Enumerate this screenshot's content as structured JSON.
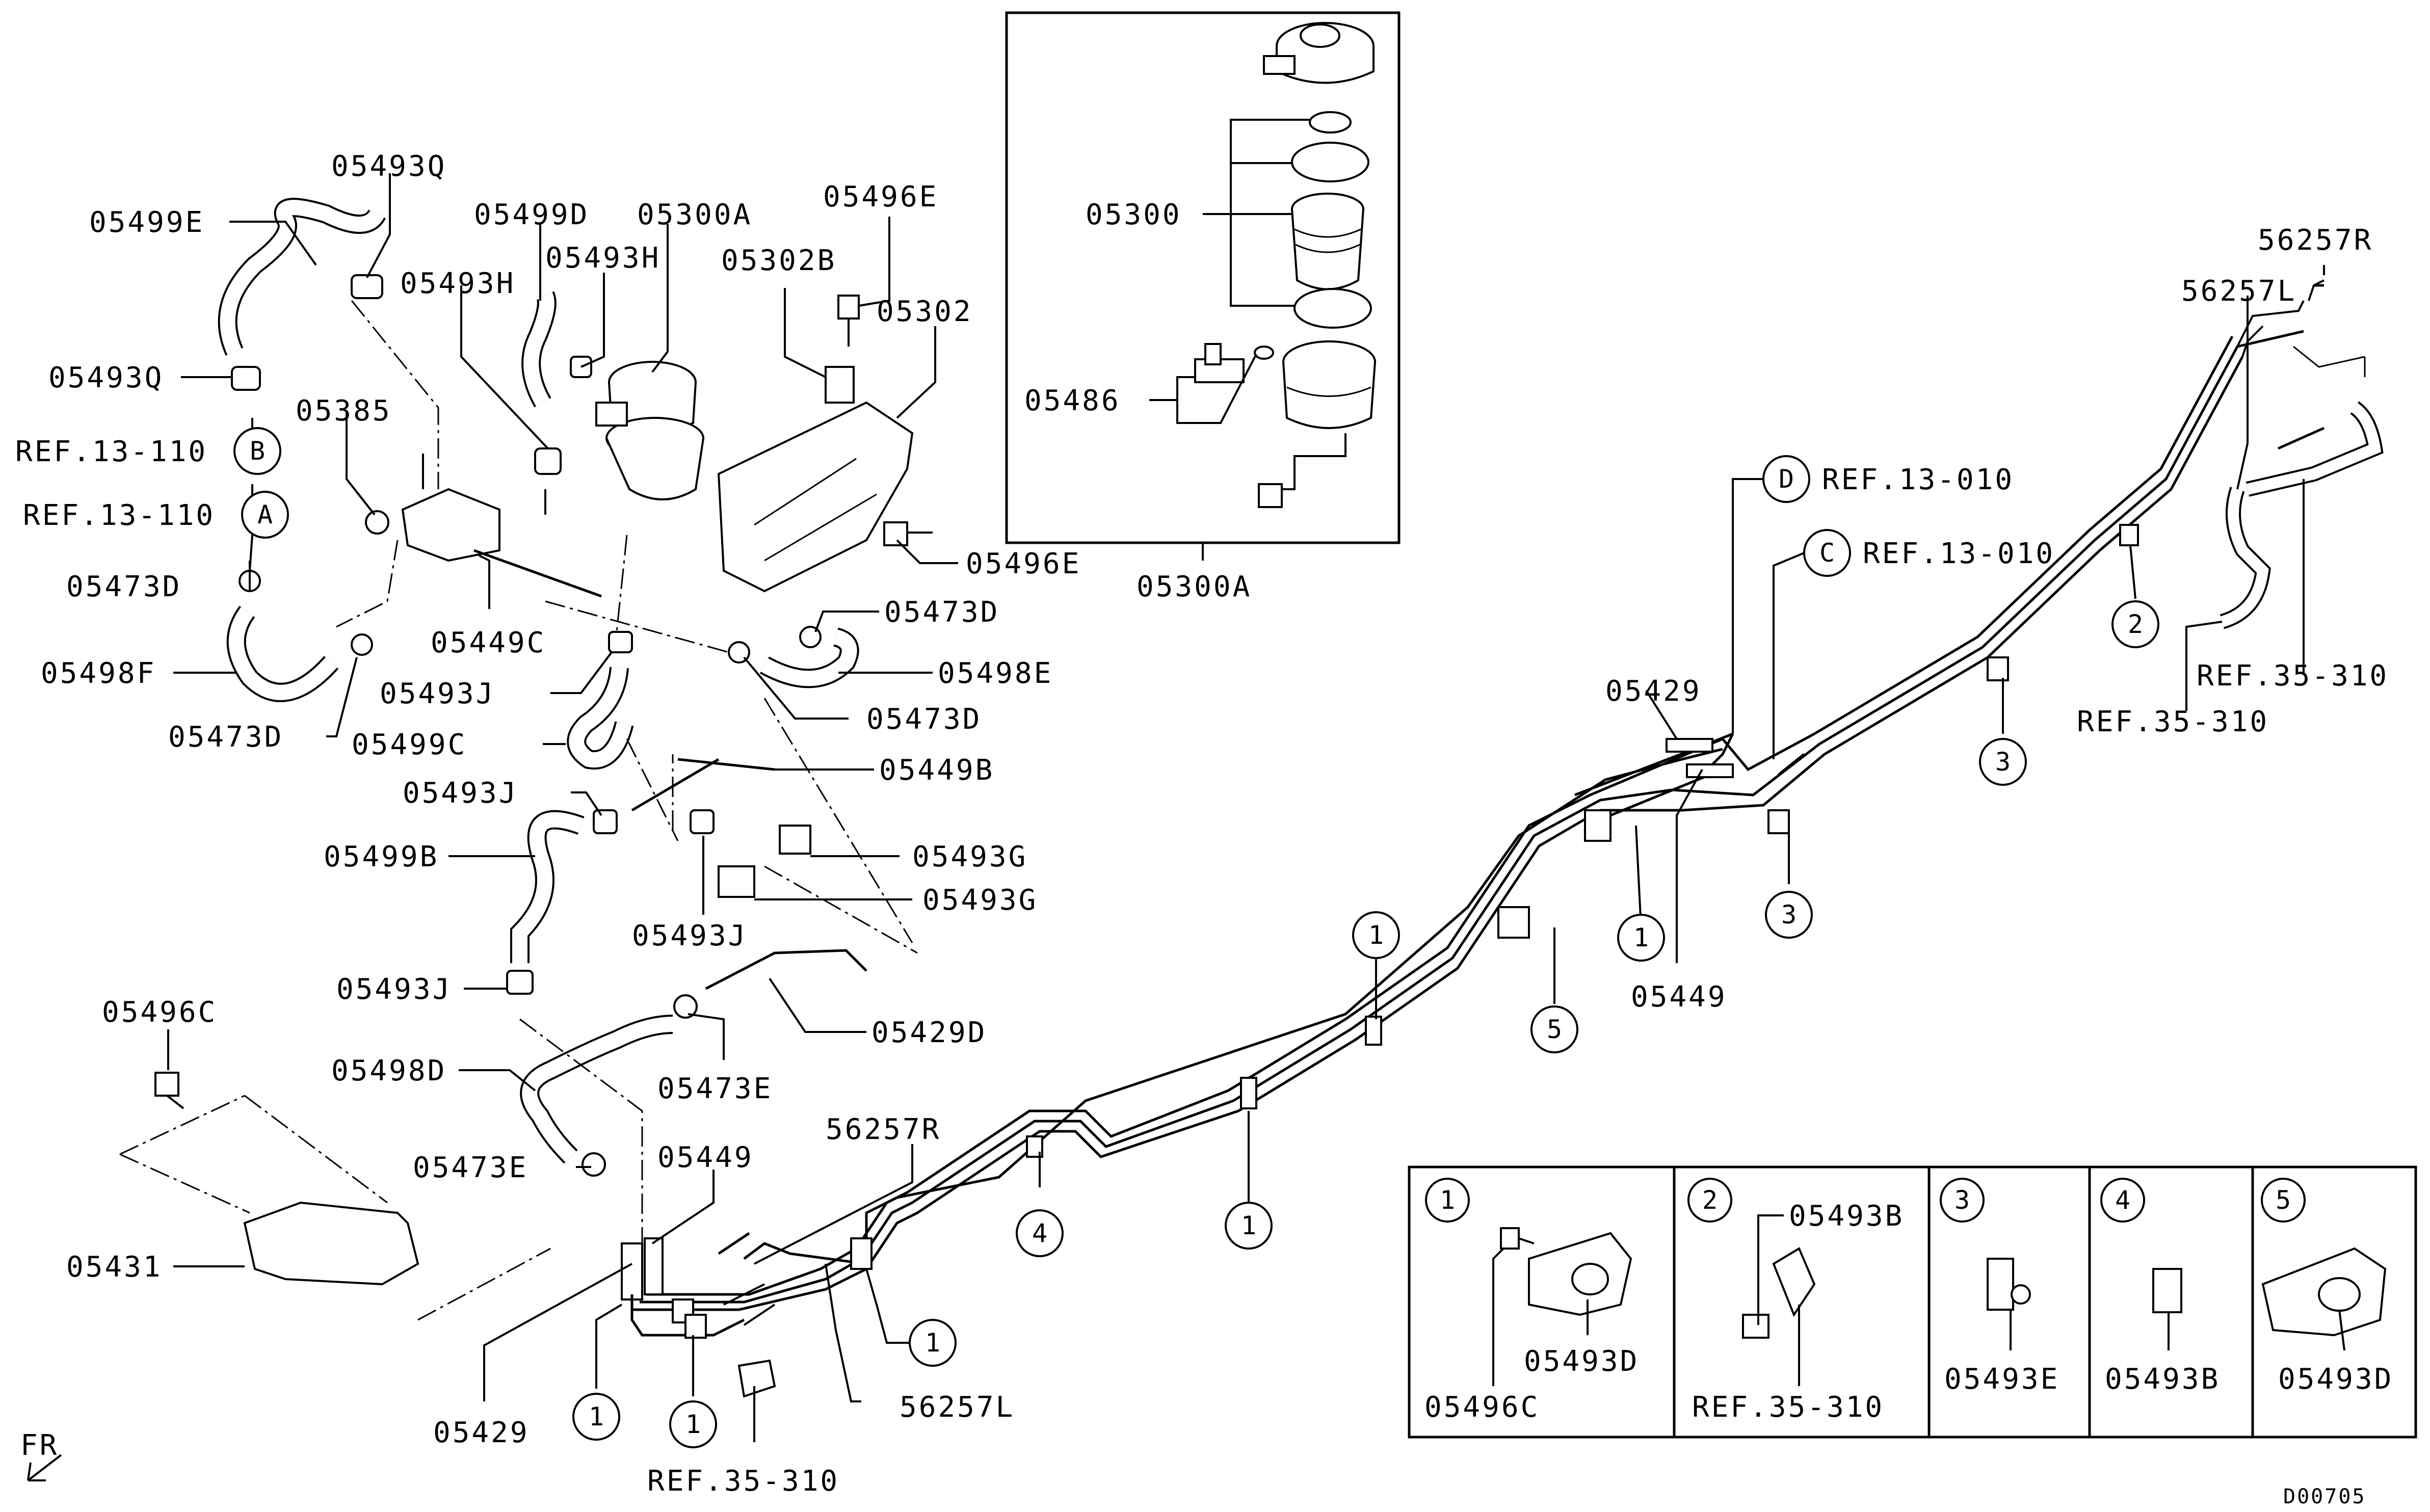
{
  "drawing_code": "D00705",
  "direction_label": "FR",
  "part_labels": [
    {
      "id": "l01",
      "text": "05499E"
    },
    {
      "id": "l02",
      "text": "05493Q"
    },
    {
      "id": "l03",
      "text": "05499D"
    },
    {
      "id": "l04",
      "text": "05300A"
    },
    {
      "id": "l05",
      "text": "05496E"
    },
    {
      "id": "l06",
      "text": "05493H"
    },
    {
      "id": "l07",
      "text": "05493H"
    },
    {
      "id": "l08",
      "text": "05302B"
    },
    {
      "id": "l09",
      "text": "05302"
    },
    {
      "id": "l10",
      "text": "05493Q"
    },
    {
      "id": "l11",
      "text": "05385"
    },
    {
      "id": "l12",
      "text": "05473D"
    },
    {
      "id": "l13",
      "text": "05496E"
    },
    {
      "id": "l14",
      "text": "05449C"
    },
    {
      "id": "l15",
      "text": "05473D"
    },
    {
      "id": "l16",
      "text": "05498F"
    },
    {
      "id": "l17",
      "text": "05493J"
    },
    {
      "id": "l18",
      "text": "05498E"
    },
    {
      "id": "l19",
      "text": "05473D"
    },
    {
      "id": "l20",
      "text": "05473D"
    },
    {
      "id": "l21",
      "text": "05499C"
    },
    {
      "id": "l22",
      "text": "05449B"
    },
    {
      "id": "l23",
      "text": "05493J"
    },
    {
      "id": "l24",
      "text": "05493G"
    },
    {
      "id": "l25",
      "text": "05499B"
    },
    {
      "id": "l26",
      "text": "05493G"
    },
    {
      "id": "l27",
      "text": "05493J"
    },
    {
      "id": "l28",
      "text": "05493J"
    },
    {
      "id": "l29",
      "text": "05429D"
    },
    {
      "id": "l30",
      "text": "05496C"
    },
    {
      "id": "l31",
      "text": "05498D"
    },
    {
      "id": "l32",
      "text": "05473E"
    },
    {
      "id": "l33",
      "text": "56257R"
    },
    {
      "id": "l34",
      "text": "05473E"
    },
    {
      "id": "l35",
      "text": "05449"
    },
    {
      "id": "l36",
      "text": "05431"
    },
    {
      "id": "l37",
      "text": "05429"
    },
    {
      "id": "l38",
      "text": "56257L"
    },
    {
      "id": "l39",
      "text": "05429"
    },
    {
      "id": "l40",
      "text": "05449"
    },
    {
      "id": "l41",
      "text": "56257R"
    },
    {
      "id": "l42",
      "text": "56257L"
    },
    {
      "id": "l43",
      "text": "05300"
    },
    {
      "id": "l44",
      "text": "05486"
    },
    {
      "id": "l45",
      "text": "05300A"
    }
  ],
  "references": [
    {
      "id": "r01",
      "text": "REF.13-110"
    },
    {
      "id": "r02",
      "text": "REF.13-110"
    },
    {
      "id": "r03",
      "text": "REF.13-010"
    },
    {
      "id": "r04",
      "text": "REF.13-010"
    },
    {
      "id": "r05",
      "text": "REF.35-310"
    },
    {
      "id": "r06",
      "text": "REF.35-310"
    },
    {
      "id": "r07",
      "text": "REF.35-310"
    }
  ],
  "connector_markers": [
    {
      "id": "c01",
      "text": "B"
    },
    {
      "id": "c02",
      "text": "A"
    },
    {
      "id": "c03",
      "text": "D"
    },
    {
      "id": "c04",
      "text": "C"
    }
  ],
  "callouts": [
    {
      "id": "n01",
      "text": "1"
    },
    {
      "id": "n02",
      "text": "1"
    },
    {
      "id": "n03",
      "text": "1"
    },
    {
      "id": "n04",
      "text": "1"
    },
    {
      "id": "n05",
      "text": "1"
    },
    {
      "id": "n06",
      "text": "1"
    },
    {
      "id": "n07",
      "text": "2"
    },
    {
      "id": "n08",
      "text": "3"
    },
    {
      "id": "n09",
      "text": "3"
    },
    {
      "id": "n10",
      "text": "4"
    },
    {
      "id": "n11",
      "text": "5"
    }
  ],
  "legend_cells": [
    {
      "number": "1",
      "parts": [
        "05496C",
        "05493D"
      ]
    },
    {
      "number": "2",
      "parts": [
        "05493B",
        "REF.35-310"
      ]
    },
    {
      "number": "3",
      "parts": [
        "05493E"
      ]
    },
    {
      "number": "4",
      "parts": [
        "05493B"
      ]
    },
    {
      "number": "5",
      "parts": [
        "05493D"
      ]
    }
  ]
}
